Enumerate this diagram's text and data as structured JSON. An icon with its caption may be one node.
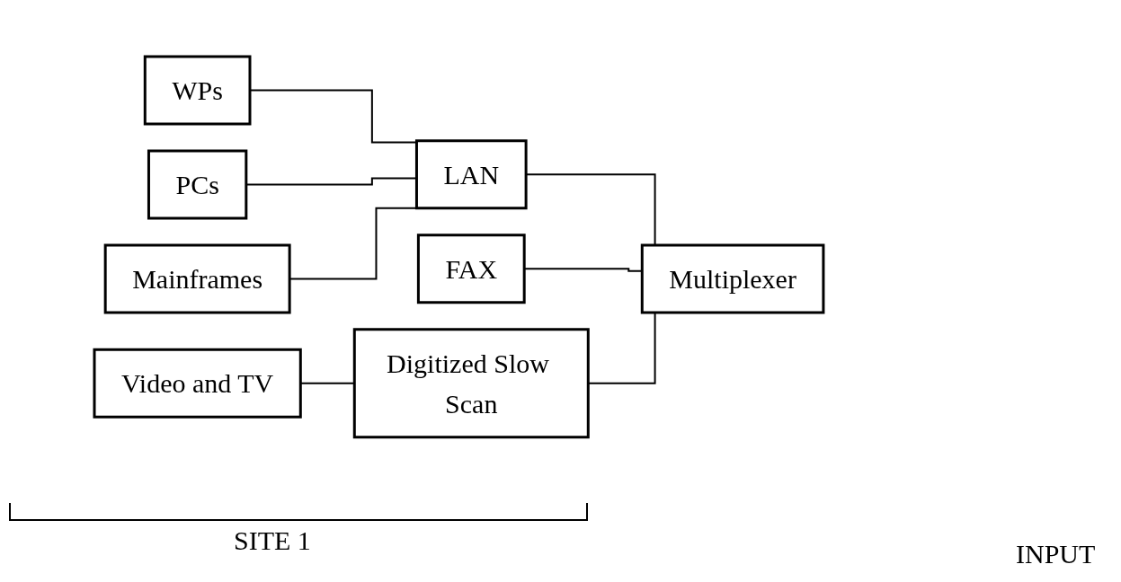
{
  "diagram": {
    "nodes": [
      {
        "text": [
          "WPs"
        ]
      },
      {
        "text": [
          "PCs"
        ]
      },
      {
        "text": [
          "Mainframes"
        ]
      },
      {
        "text": [
          "LAN"
        ]
      },
      {
        "text": [
          "FAX"
        ]
      },
      {
        "text": [
          "Video and TV"
        ]
      },
      {
        "text": [
          "Digitized Slow Scan"
        ]
      },
      {
        "text": [
          "Multiplexer"
        ]
      }
    ],
    "edges": [
      {
        "from": 0,
        "to": 3,
        "arrow": "none"
      },
      {
        "from": 1,
        "to": 3,
        "arrow": "none"
      },
      {
        "from": 2,
        "to": 3,
        "arrow": "none"
      },
      {
        "from": 3,
        "to": 7,
        "arrow": "none"
      },
      {
        "from": 4,
        "to": 7,
        "arrow": "none"
      },
      {
        "from": 5,
        "to": 6,
        "arrow": "none"
      },
      {
        "from": 6,
        "to": 7,
        "arrow": "none"
      }
    ],
    "labels": [
      "SITE 1",
      "INPUT"
    ]
  }
}
